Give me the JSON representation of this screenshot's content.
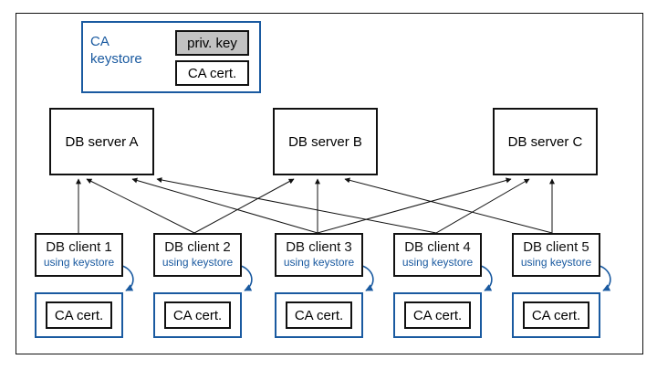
{
  "ca_keystore": {
    "label_line1": "CA",
    "label_line2": "keystore",
    "priv_key": "priv. key",
    "ca_cert": "CA cert."
  },
  "servers": [
    {
      "label": "DB server A"
    },
    {
      "label": "DB server B"
    },
    {
      "label": "DB server C"
    }
  ],
  "clients": [
    {
      "label": "DB client 1",
      "sub": "using keystore",
      "truststore_cert": "CA cert."
    },
    {
      "label": "DB client 2",
      "sub": "using keystore",
      "truststore_cert": "CA cert."
    },
    {
      "label": "DB client 3",
      "sub": "using keystore",
      "truststore_cert": "CA cert."
    },
    {
      "label": "DB client 4",
      "sub": "using keystore",
      "truststore_cert": "CA cert."
    },
    {
      "label": "DB client 5",
      "sub": "using keystore",
      "truststore_cert": "CA cert."
    }
  ],
  "colors": {
    "accent": "#1a5aa0",
    "border": "#111111",
    "priv_key_fill": "#c2c2c2"
  }
}
